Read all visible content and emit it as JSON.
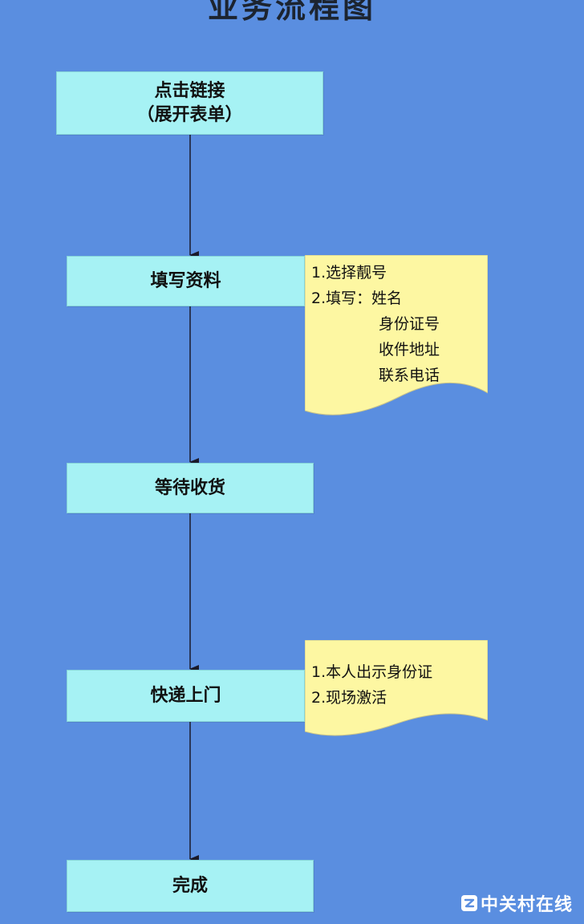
{
  "title": "业务流程图",
  "steps": [
    {
      "line1": "点击链接",
      "line2": "（展开表单）"
    },
    {
      "line1": "填写资料"
    },
    {
      "line1": "等待收货"
    },
    {
      "line1": "快递上门"
    },
    {
      "line1": "完成"
    }
  ],
  "notes": {
    "fill_info": {
      "item1": "1.选择靓号",
      "item2_prefix": "2.填写：",
      "fields": [
        "姓名",
        "身份证号",
        "收件地址",
        "联系电话"
      ]
    },
    "delivery": {
      "item1": "1.本人出示身份证",
      "item2": "2.现场激活"
    }
  },
  "watermark": "中关村在线",
  "colors": {
    "background": "#5a8ee0",
    "step_fill": "#a6f2f4",
    "note_fill": "#fdf7a2",
    "arrow": "#1a1a2a"
  }
}
